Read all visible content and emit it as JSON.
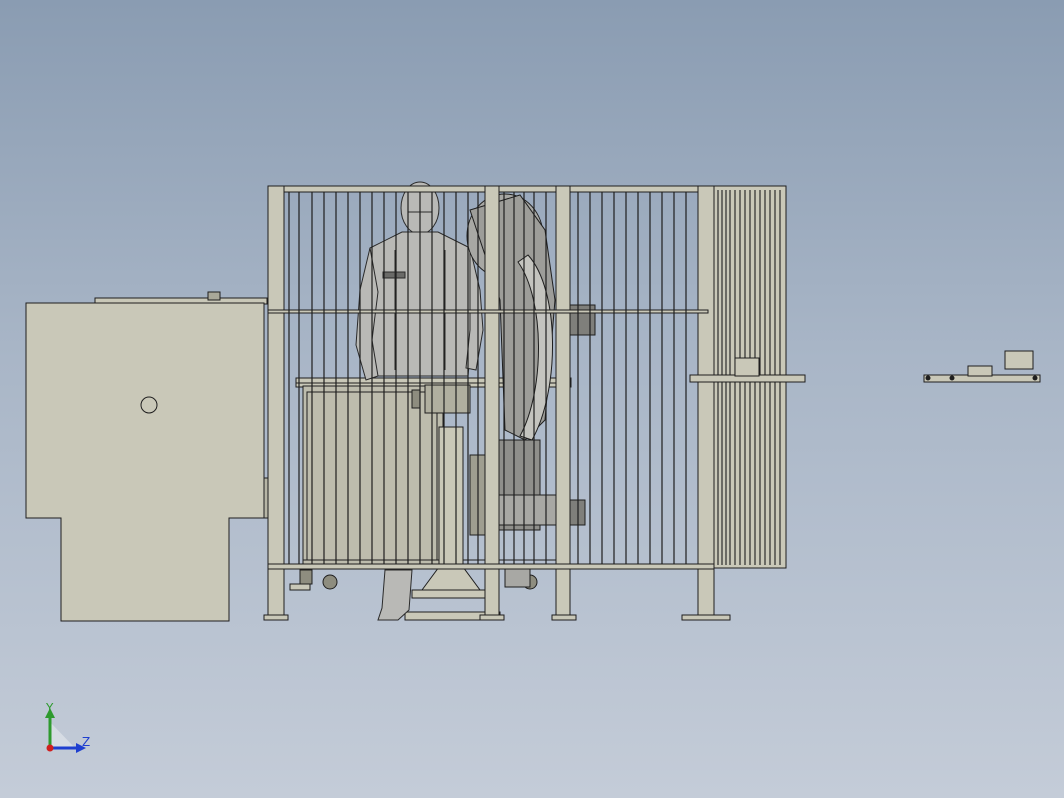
{
  "viewport": {
    "background_top": "#8a9cb2",
    "background_bottom": "#c4ccd8",
    "part_fill": "#c9c8b8",
    "edge_color": "#1e1e1e"
  },
  "triad": {
    "y_label": "Y",
    "z_label": "Z",
    "y_color": "#2e9a2e",
    "z_color": "#1e3fd0",
    "origin_color": "#d01e1e"
  },
  "objects": [
    "left-cabinet",
    "safety-fence",
    "human-mannequin",
    "robot-arm",
    "workbench",
    "pedestal",
    "right-fence-panel",
    "conveyor-rail"
  ]
}
